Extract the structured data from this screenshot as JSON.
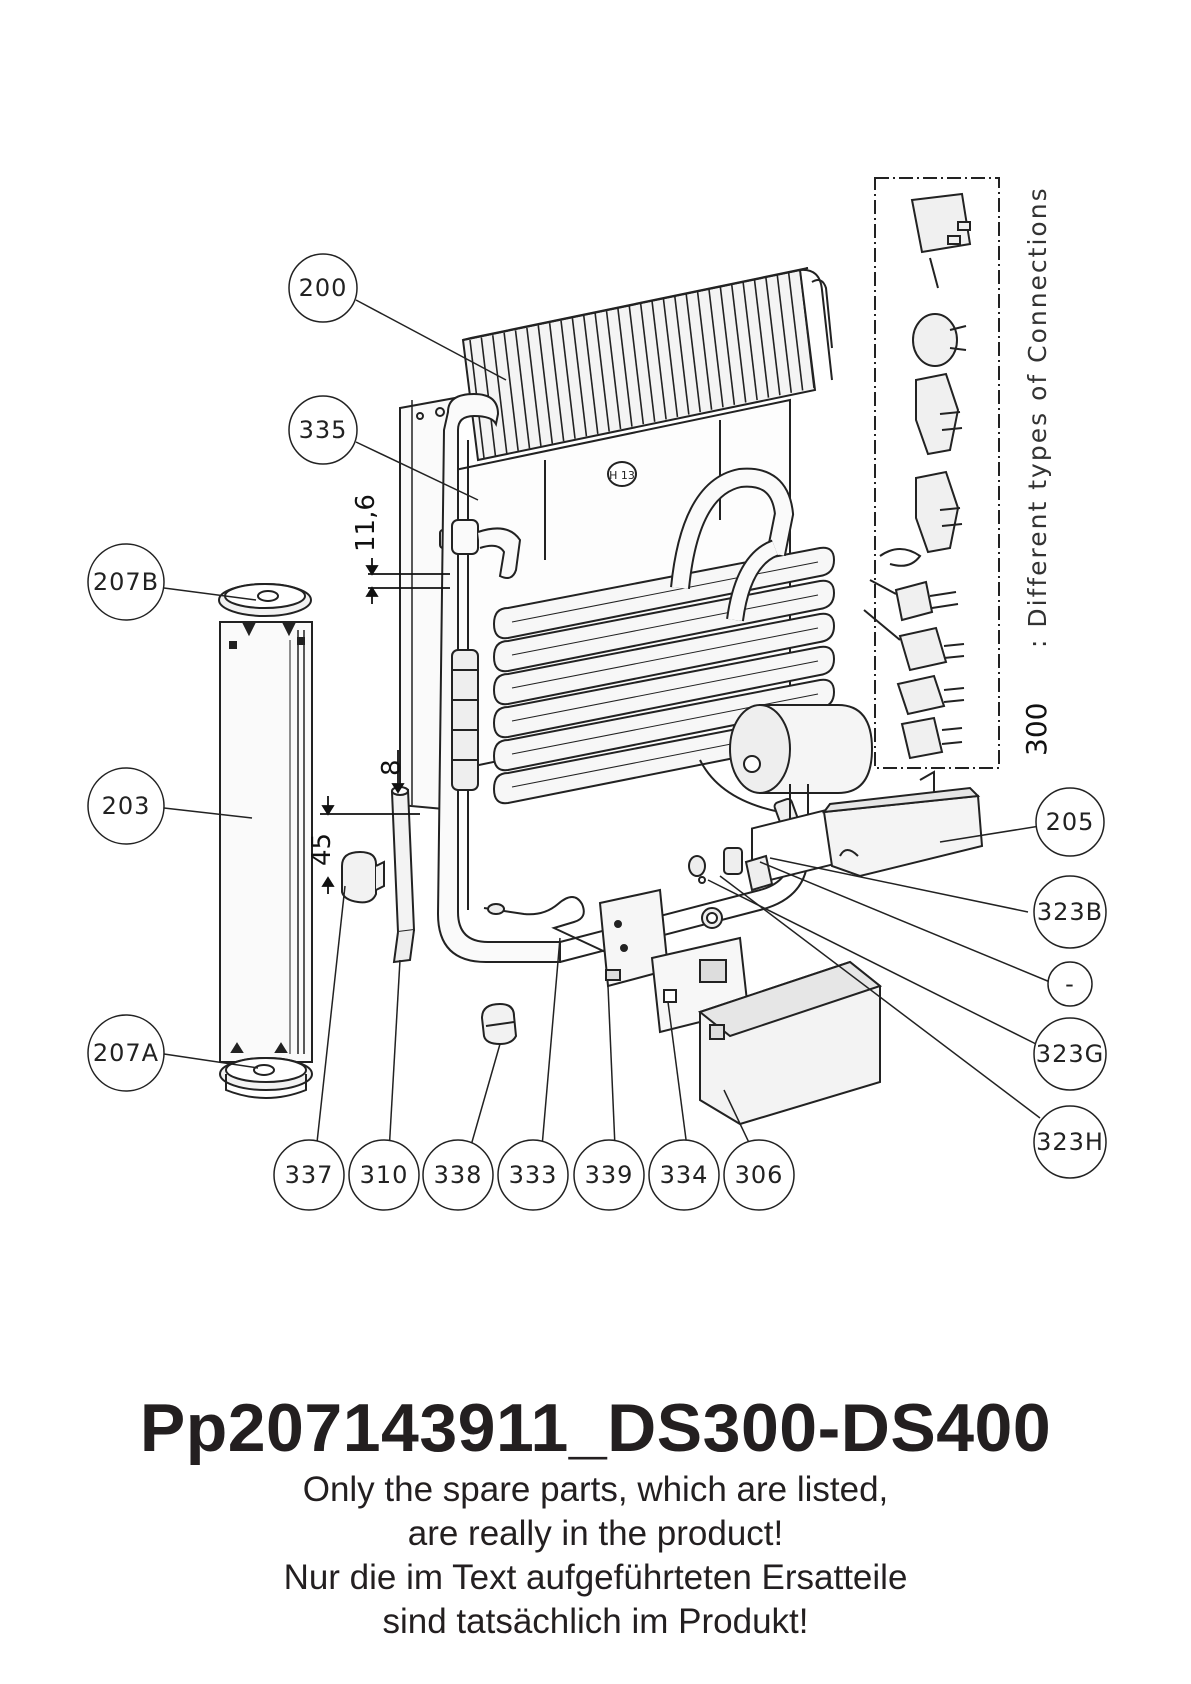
{
  "diagram": {
    "callouts": {
      "c200": "200",
      "c335": "335",
      "c207B": "207B",
      "c203": "203",
      "c207A": "207A",
      "c205": "205",
      "c323B": "323B",
      "cdash": "-",
      "c323G": "323G",
      "c323H": "323H",
      "c337": "337",
      "c310": "310",
      "c338": "338",
      "c333": "333",
      "c339": "339",
      "c334": "334",
      "c306": "306"
    },
    "dimensions": {
      "d11_6": "11,6",
      "d8": "8",
      "d45": "45"
    },
    "connections_note": ": Different types of Connections",
    "connections_number": "300",
    "nameplate": "H 13"
  },
  "caption": {
    "title": "Pp207143911_DS300-DS400",
    "lines": [
      "Only the spare parts, which are listed,",
      "are really in the product!",
      "Nur die im Text aufgeführteten Ersatteile",
      "sind tatsächlich im Produkt!"
    ]
  }
}
